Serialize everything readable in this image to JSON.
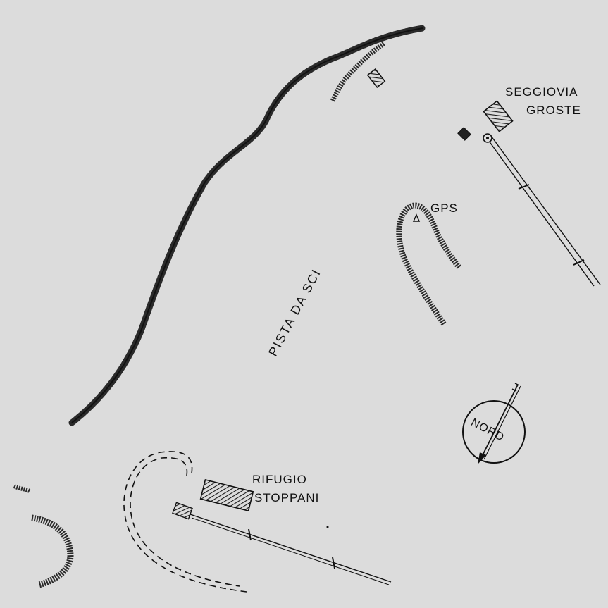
{
  "labels": {
    "seggiovia_line1": "SEGGIOVIA",
    "seggiovia_line2": "GROSTE",
    "rifugio_line1": "RIFUGIO",
    "rifugio_line2": "STOPPANI",
    "gps": "GPS",
    "pista": "PISTA DA SCI",
    "nord": "NORD"
  },
  "colors": {
    "background": "#dcdcdc",
    "ink": "#1a1a1a"
  },
  "icons": {
    "north_arrow": "north-arrow-icon",
    "gps_marker": "triangle-survey-marker-icon"
  }
}
